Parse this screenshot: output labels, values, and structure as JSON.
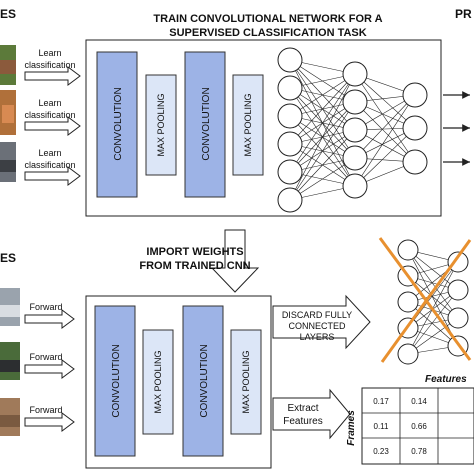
{
  "top": {
    "left_header": "ES",
    "right_header": "PR",
    "title_line1": "TRAIN CONVOLUTIONAL NETWORK FOR A",
    "title_line2": "SUPERVISED CLASSIFICATION TASK",
    "arrows": [
      {
        "line1": "Learn",
        "line2": "classification"
      },
      {
        "line1": "Learn",
        "line2": "classification"
      },
      {
        "line1": "Learn",
        "line2": "classification"
      }
    ],
    "blocks": [
      {
        "label": "CONVOLUTION",
        "kind": "conv"
      },
      {
        "label": "MAX POOLING",
        "kind": "pool"
      },
      {
        "label": "CONVOLUTION",
        "kind": "conv"
      },
      {
        "label": "MAX POOLING",
        "kind": "pool"
      }
    ]
  },
  "middle": {
    "import_line1": "IMPORT WEIGHTS",
    "import_line2": "FROM TRAINED CNN"
  },
  "bottom": {
    "left_header": "ES",
    "arrows": [
      {
        "label": "Forward"
      },
      {
        "label": "Forward"
      },
      {
        "label": "Forward"
      }
    ],
    "blocks": [
      {
        "label": "CONVOLUTION",
        "kind": "conv"
      },
      {
        "label": "MAX POOLING",
        "kind": "pool"
      },
      {
        "label": "CONVOLUTION",
        "kind": "conv"
      },
      {
        "label": "MAX POOLING",
        "kind": "pool"
      }
    ],
    "discard_line1": "DISCARD FULLY",
    "discard_line2": "CONNECTED",
    "discard_line3": "LAYERS",
    "extract_line1": "Extract",
    "extract_line2": "Features",
    "frames_label": "Frames",
    "features_label": "Features",
    "table": [
      [
        "0.17",
        "0.14"
      ],
      [
        "0.11",
        "0.66"
      ],
      [
        "0.23",
        "0.78"
      ]
    ]
  },
  "colors": {
    "conv": "#9db3e6",
    "pool": "#dce6f7",
    "cross": "#e8902f",
    "stroke": "#222222"
  }
}
